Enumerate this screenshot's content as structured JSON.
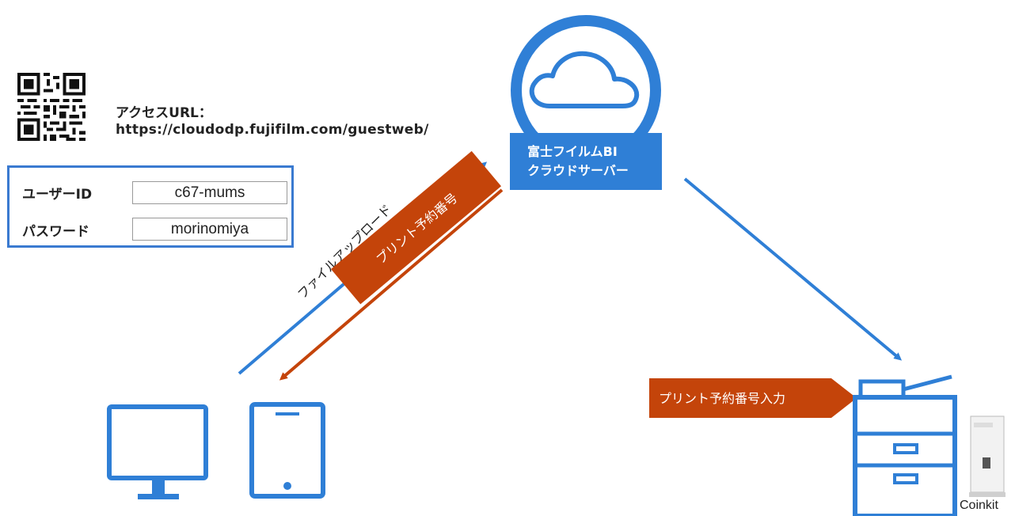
{
  "access": {
    "label": "アクセスURL：",
    "url": "https://cloudodp.fujifilm.com/guestweb/"
  },
  "credentials": {
    "user_id_label": "ユーザーID",
    "user_id_value": "c67-mums",
    "password_label": "パスワード",
    "password_value": "morinomiya"
  },
  "cloud": {
    "line1": "富士フイルムBI",
    "line2": "クラウドサーバー"
  },
  "flows": {
    "upload": "ファイルアップロード",
    "reservation": "プリント予約番号",
    "input": "プリント予約番号入力"
  },
  "devices": {
    "kiosk_label": "Coinkit"
  },
  "colors": {
    "blue": "#2f7fd6",
    "orange": "#c4440a"
  }
}
